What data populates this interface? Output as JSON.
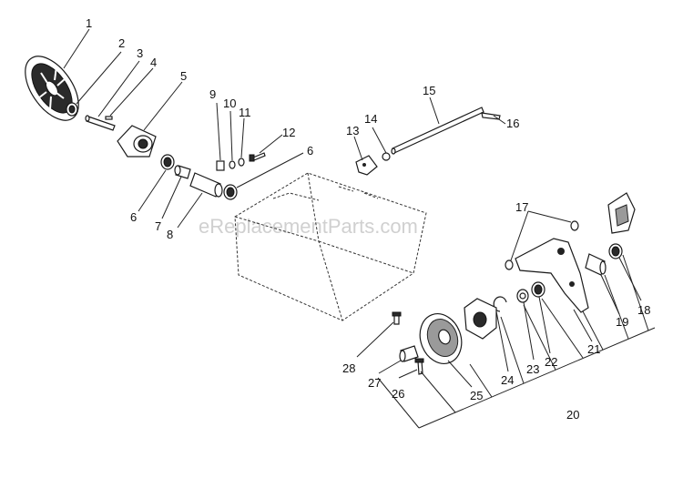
{
  "watermark": "eReplacementParts.com",
  "callouts": {
    "n1": "1",
    "n2": "2",
    "n3": "3",
    "n4": "4",
    "n5": "5",
    "n6a": "6",
    "n6b": "6",
    "n7": "7",
    "n8": "8",
    "n9": "9",
    "n10": "10",
    "n11": "11",
    "n12": "12",
    "n13": "13",
    "n14": "14",
    "n15": "15",
    "n16": "16",
    "n17": "17",
    "n18": "18",
    "n19": "19",
    "n20": "20",
    "n21": "21",
    "n22": "22",
    "n23": "23",
    "n24": "24",
    "n25": "25",
    "n26": "26",
    "n27": "27",
    "n28": "28"
  }
}
